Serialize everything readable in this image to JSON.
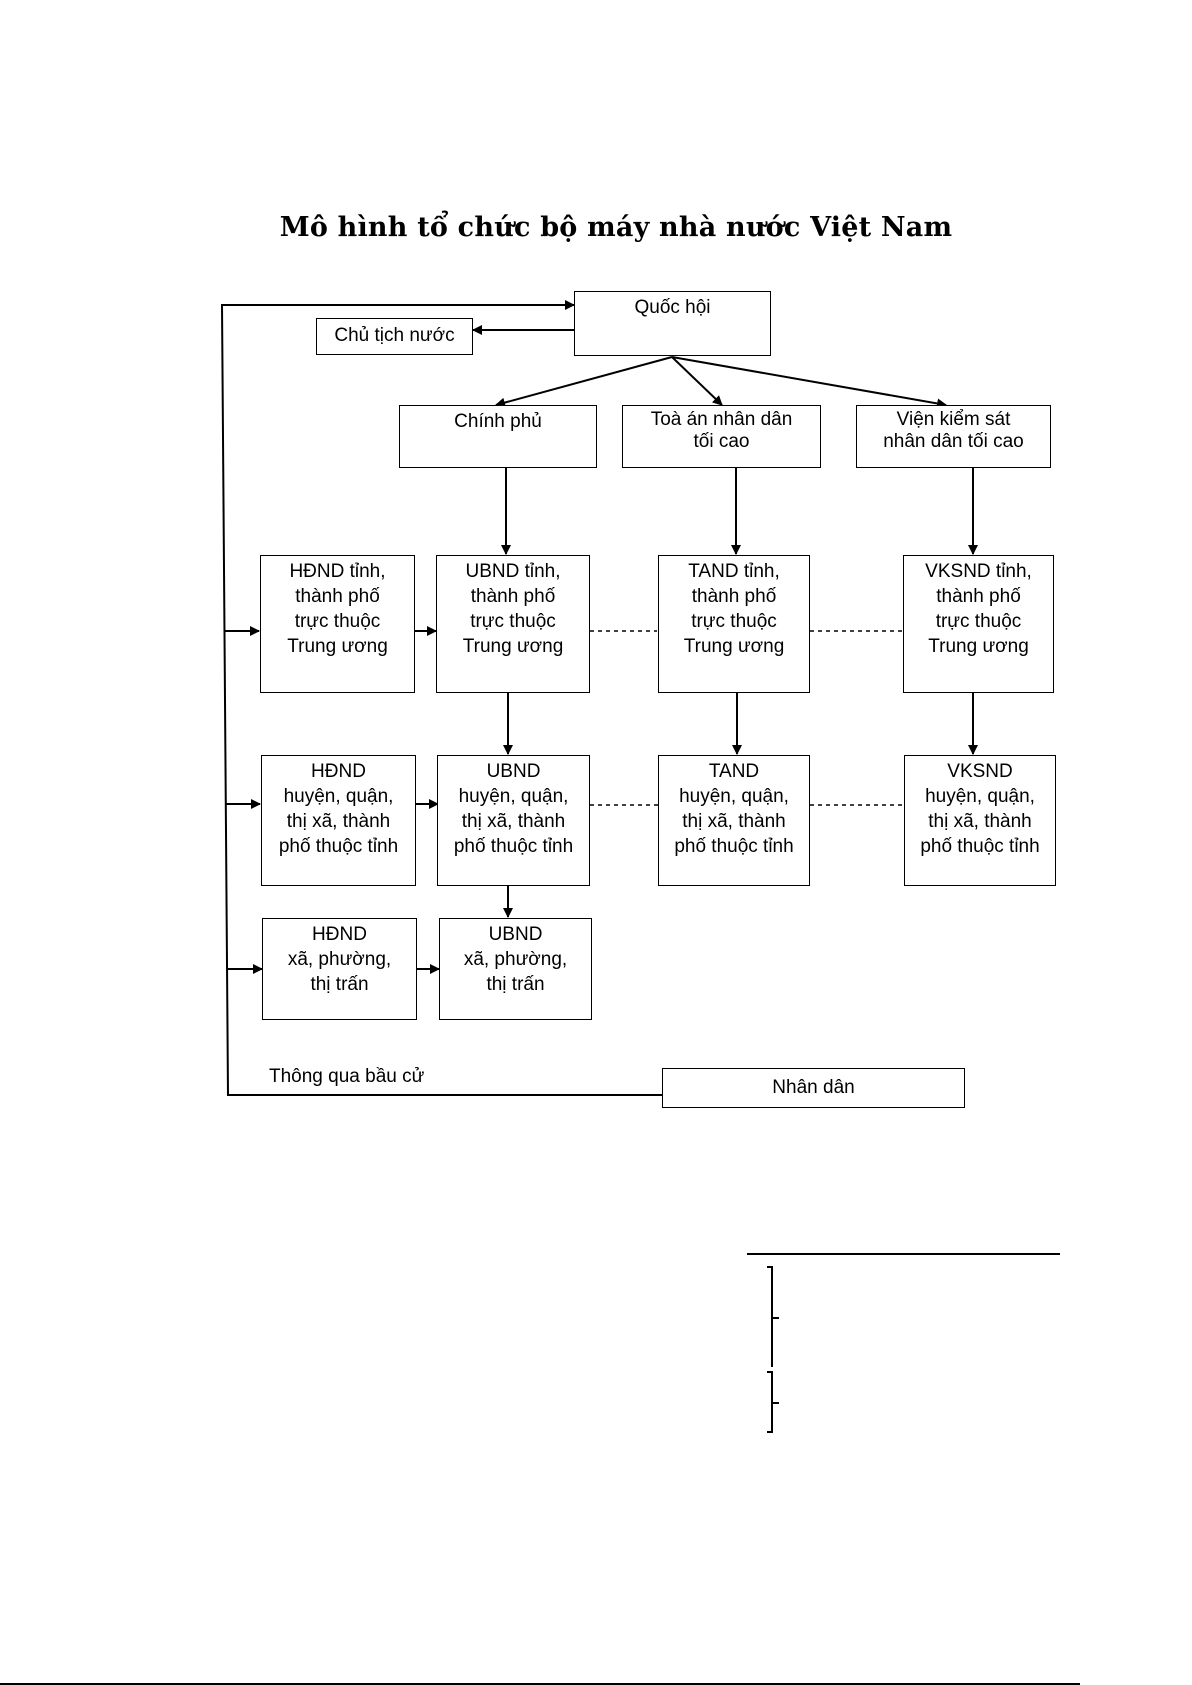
{
  "title": "Mô hình tổ chức bộ máy nhà nước Việt Nam",
  "nodes": {
    "quoc_hoi": "Quốc hội",
    "chu_tich_nuoc": "Chủ tịch nước",
    "chinh_phu": "Chính phủ",
    "toa_an_tc": "Toà án nhân dân\ntối cao",
    "vien_ks_tc": "Viện kiểm sát\nnhân dân tối cao",
    "hdnd_tinh": "HĐND tỉnh,\nthành phố\ntrực thuộc\nTrung ương",
    "ubnd_tinh": "UBND tỉnh,\nthành phố\ntrực thuộc\nTrung ương",
    "tand_tinh": "TAND tỉnh,\nthành phố\ntrực thuộc\nTrung ương",
    "vksnd_tinh": "VKSND tỉnh,\nthành phố\ntrực thuộc\nTrung ương",
    "hdnd_huyen": "HĐND\nhuyện, quận,\nthị xã, thành\nphố thuộc tỉnh",
    "ubnd_huyen": "UBND\nhuyện, quận,\nthị xã, thành\nphố thuộc tỉnh",
    "tand_huyen": "TAND\nhuyện, quận,\nthị xã, thành\nphố thuộc tỉnh",
    "vksnd_huyen": "VKSND\nhuyện, quận,\nthị xã, thành\nphố thuộc tỉnh",
    "hdnd_xa": "HĐND\nxã, phường,\nthị trấn",
    "ubnd_xa": "UBND\nxã, phường,\nthị trấn",
    "nhan_dan": "Nhân dân"
  },
  "edge_labels": {
    "bau_cu": "Thông qua bầu cử"
  }
}
